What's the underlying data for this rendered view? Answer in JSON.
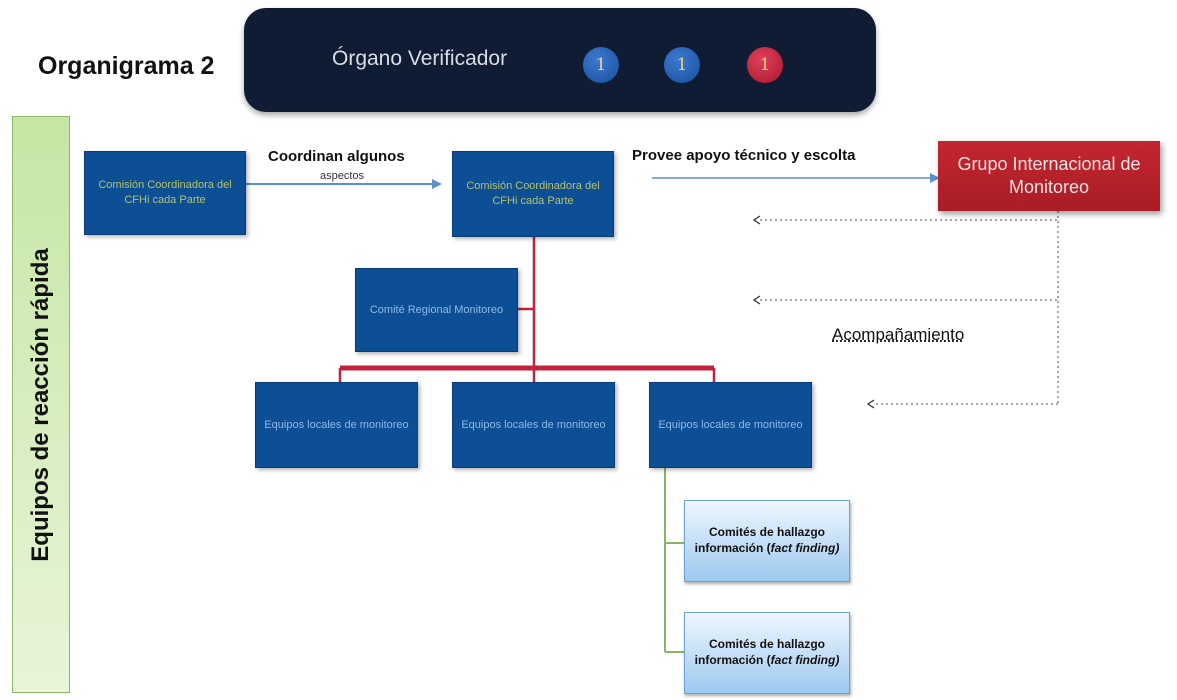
{
  "title": "Organigrama 2",
  "banner": {
    "label": "Órgano Verificador",
    "dots": [
      {
        "text": "1",
        "color": "blue"
      },
      {
        "text": "1",
        "color": "blue"
      },
      {
        "text": "1",
        "color": "red"
      }
    ]
  },
  "sidebar_label": "Equipos de reacción rápida",
  "nodes": {
    "left_box": "Comisión Coordinadora del CFHi cada Parte",
    "center_box": "Comisión Coordinadora del CFHi cada Parte",
    "regional_box": "Comité Regional Monitoreo",
    "team_1": "Equipos locales de monitoreo",
    "team_2": "Equipos locales de monitoreo",
    "team_3": "Equipos locales de monitoreo",
    "gim": "Grupo Internacional de Monitoreo"
  },
  "edges": {
    "coordinate_title": "Coordinan algunos",
    "coordinate_sub": "aspectos",
    "support": "Provee apoyo técnico y escolta",
    "accompaniment": "Acompañamiento"
  },
  "fact_boxes": [
    {
      "line1": "Comités de hallazgo",
      "line2": "información (",
      "italic": "fact finding)",
      "line2_close": ""
    },
    {
      "line1": "Comités de hallazgo",
      "line2": "información (",
      "italic": "fact finding)",
      "line2_close": ""
    }
  ],
  "colors": {
    "banner_bg": "#0f1c33",
    "box_blue": "#0d4f94",
    "gim_red": "#c3262f",
    "connector_red": "#c0233a",
    "connector_green": "#8ab36a",
    "arrow_blue": "#5d8fc9"
  }
}
